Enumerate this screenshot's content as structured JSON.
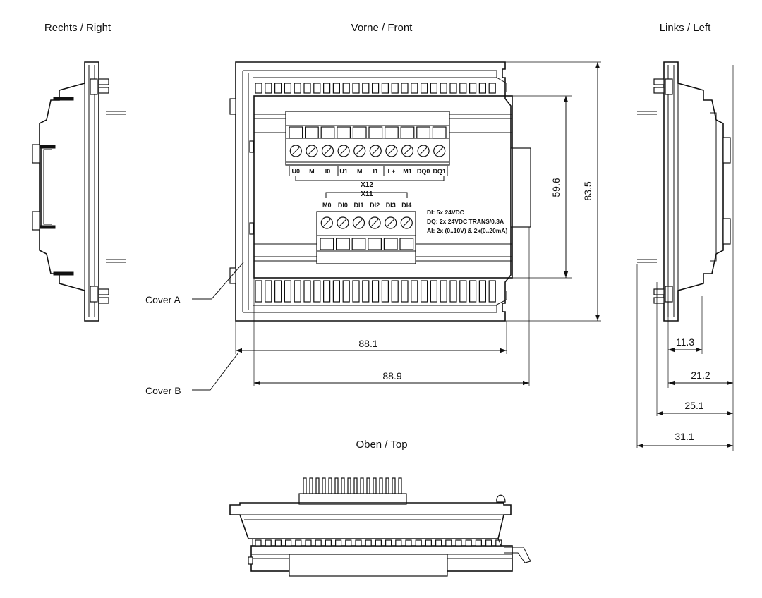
{
  "views": {
    "right": "Rechts / Right",
    "front": "Vorne / Front",
    "left": "Links / Left",
    "top": "Oben / Top"
  },
  "callouts": {
    "cover_a": "Cover A",
    "cover_b": "Cover B"
  },
  "dimensions": {
    "width_outer": "88.1",
    "width_overall": "88.9",
    "height_inner": "59.6",
    "height_outer": "83.5",
    "depth_1": "11.3",
    "depth_2": "21.2",
    "depth_3": "25.1",
    "depth_4": "31.1"
  },
  "connectors": {
    "x12": {
      "label": "X12",
      "terminals": [
        "U0",
        "M",
        "I0",
        "U1",
        "M",
        "I1",
        "L+",
        "M1",
        "DQ0",
        "DQ1"
      ]
    },
    "x11": {
      "label": "X11",
      "terminals": [
        "M0",
        "DI0",
        "DI1",
        "DI2",
        "DI3",
        "DI4"
      ]
    }
  },
  "specs": [
    "DI: 5x 24VDC",
    "DQ: 2x 24VDC TRANS/0.3A",
    "AI: 2x (0..10V) & 2x(0..20mA)"
  ]
}
